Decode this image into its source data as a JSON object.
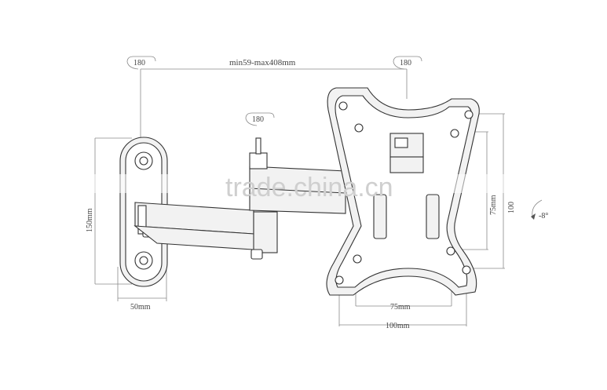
{
  "labels": {
    "rotation_wall": "180",
    "rotation_arm": "180",
    "rotation_plate": "180",
    "extension": "min59-max408mm",
    "wall_height": "150mm",
    "wall_width": "50mm",
    "vesa_small_h": "75mm",
    "vesa_large_h": "100mm",
    "vesa_small_v": "75mm",
    "vesa_large_v": "100",
    "tilt": "-8°"
  },
  "watermark": "trade.china.cn"
}
